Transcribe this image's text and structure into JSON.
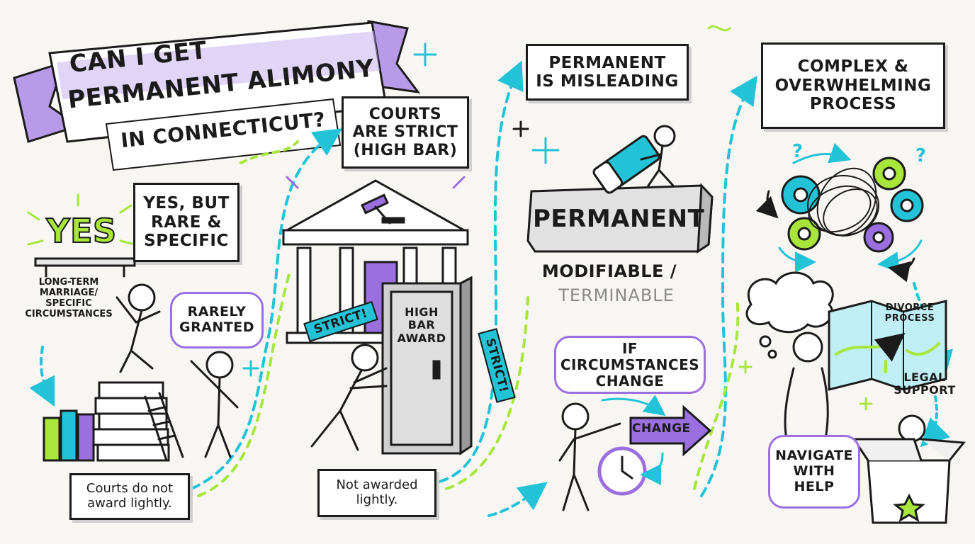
{
  "title": {
    "line1": "CAN I GET",
    "line2": "PERMANENT ALIMONY",
    "line3": "IN CONNECTICUT?"
  },
  "section1": {
    "yes_sign": "YES",
    "answer_box": [
      "YES, BUT",
      "RARE &",
      "SPECIFIC"
    ],
    "condition_label": [
      "LONG-TERM",
      "MARRIAGE/",
      "SPECIFIC",
      "CIRCUMSTANCES"
    ],
    "rarely_bubble": [
      "RARELY",
      "GRANTED"
    ],
    "note_box": [
      "Courts do not",
      "award lightly."
    ]
  },
  "section2": {
    "header_box": [
      "COURTS",
      "ARE STRICT",
      "(HIGH BAR)"
    ],
    "strict_tag_left": "STRICT!",
    "strict_tag_right": "STRICT!",
    "door_label": [
      "HIGH",
      "BAR",
      "AWARD"
    ],
    "note_box": [
      "Not awarded",
      "lightly."
    ]
  },
  "section3": {
    "header_box": [
      "PERMANENT",
      "IS MISLEADING"
    ],
    "stone_label": "PERMANENT",
    "modifiable": "MODIFIABLE /",
    "terminable": "TERMINABLE",
    "change_bubble": [
      "IF CIRCUMSTANCES",
      "CHANGE"
    ],
    "change_arrow": "CHANGE"
  },
  "section4": {
    "header_box": [
      "COMPLEX &",
      "OVERWHELMING",
      "PROCESS"
    ],
    "map_label": [
      "DIVORCE",
      "PROCESS"
    ],
    "legal_support": [
      "LEGAL",
      "SUPPORT"
    ],
    "navigate_bubble": [
      "NAVIGATE",
      "WITH",
      "HELP"
    ]
  },
  "colors": {
    "purple": "#9b6fe0",
    "purple_light": "#c9b3f0",
    "cyan": "#22c3d6",
    "lime": "#a8e63c",
    "ink": "#1b1b1b"
  }
}
